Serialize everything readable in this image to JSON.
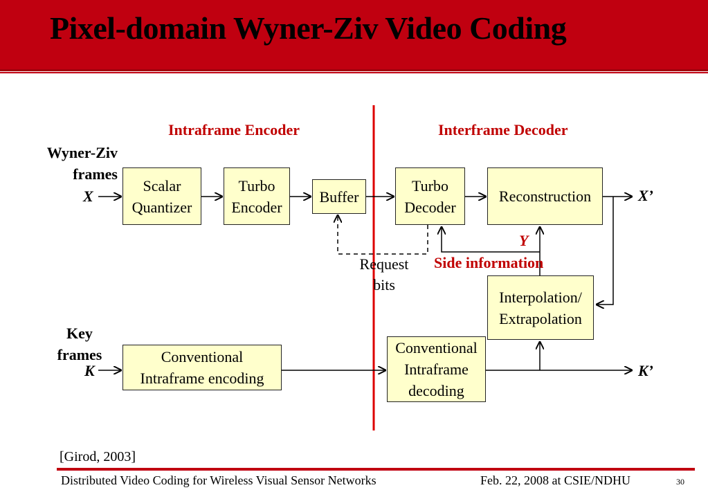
{
  "slide": {
    "title": "Pixel-domain Wyner-Ziv Video Coding",
    "citation": "[Girod, 2003]",
    "footer_left": "Distributed Video Coding for Wireless Visual Sensor Networks",
    "footer_right": "Feb. 22, 2008 at CSIE/NDHU",
    "page_number": "30"
  },
  "diagram": {
    "encoder_label": "Intraframe Encoder",
    "decoder_label": "Interframe Decoder",
    "wz_frames_label_1": "Wyner-Ziv",
    "wz_frames_label_2": "frames",
    "wz_input_var": "X",
    "wz_output_var": "X’",
    "key_frames_label_1": "Key",
    "key_frames_label_2": "frames",
    "key_input_var": "K",
    "key_output_var": "K’",
    "side_info_var": "Y",
    "side_info_label": "Side information",
    "request_bits_1": "Request",
    "request_bits_2": "bits",
    "boxes": {
      "scalar_quantizer_1": "Scalar",
      "scalar_quantizer_2": "Quantizer",
      "turbo_encoder_1": "Turbo",
      "turbo_encoder_2": "Encoder",
      "buffer": "Buffer",
      "turbo_decoder_1": "Turbo",
      "turbo_decoder_2": "Decoder",
      "reconstruction": "Reconstruction",
      "interpolation_1": "Interpolation/",
      "interpolation_2": "Extrapolation",
      "conv_intra_enc_1": "Conventional",
      "conv_intra_enc_2": "Intraframe encoding",
      "conv_intra_dec_1": "Conventional",
      "conv_intra_dec_2": "Intraframe",
      "conv_intra_dec_3": "decoding"
    },
    "colors": {
      "header": "#c00010",
      "section_label": "#c00000",
      "box_fill": "#ffffcc"
    }
  }
}
